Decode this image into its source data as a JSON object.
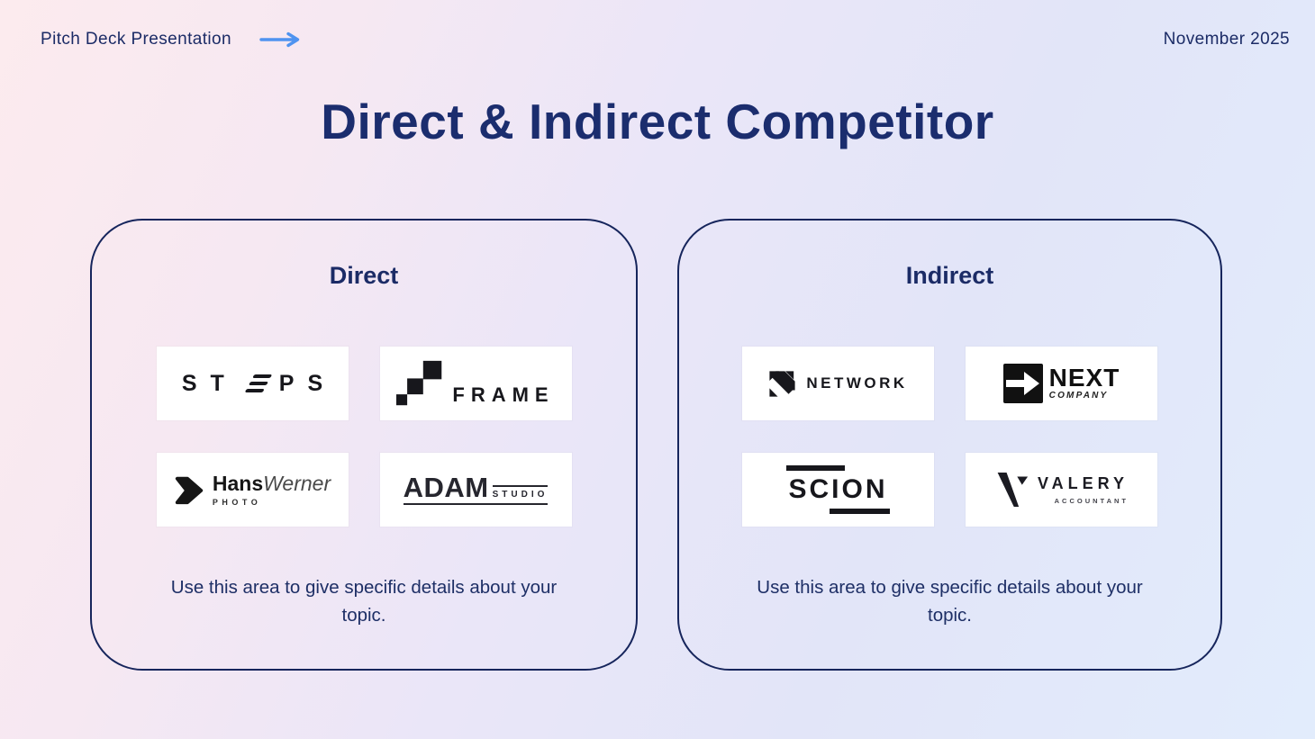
{
  "header": {
    "brand": "Pitch Deck Presentation",
    "date": "November 2025",
    "arrow_color": "#4f93f0"
  },
  "title": "Direct & Indirect Competitor",
  "colors": {
    "navy_text": "#1b2b66",
    "box_border": "#16255c",
    "accent_blue": "#4f93f0",
    "bg_top_left": "#fcebee",
    "bg_bottom_right": "#e2ecfc"
  },
  "boxes": [
    {
      "title": "Direct",
      "caption": "Use this area to give specific details about your topic.",
      "logos": {
        "steps": {
          "left": "ST",
          "right": "PS"
        },
        "frame": {
          "text": "FRAME"
        },
        "hanswerner": {
          "bold": "Hans",
          "italic": "Werner",
          "sub": "PHOTO"
        },
        "adam": {
          "main": "ADAM",
          "sub": "STUDIO"
        }
      }
    },
    {
      "title": "Indirect",
      "caption": "Use this area to give specific details about your topic.",
      "logos": {
        "network": {
          "text": "NETWORK"
        },
        "next": {
          "main": "NEXT",
          "sub": "COMPANY"
        },
        "scion": {
          "text": "SCION"
        },
        "valery": {
          "main": "VALERY",
          "sub": "ACCOUNTANT"
        }
      }
    }
  ]
}
